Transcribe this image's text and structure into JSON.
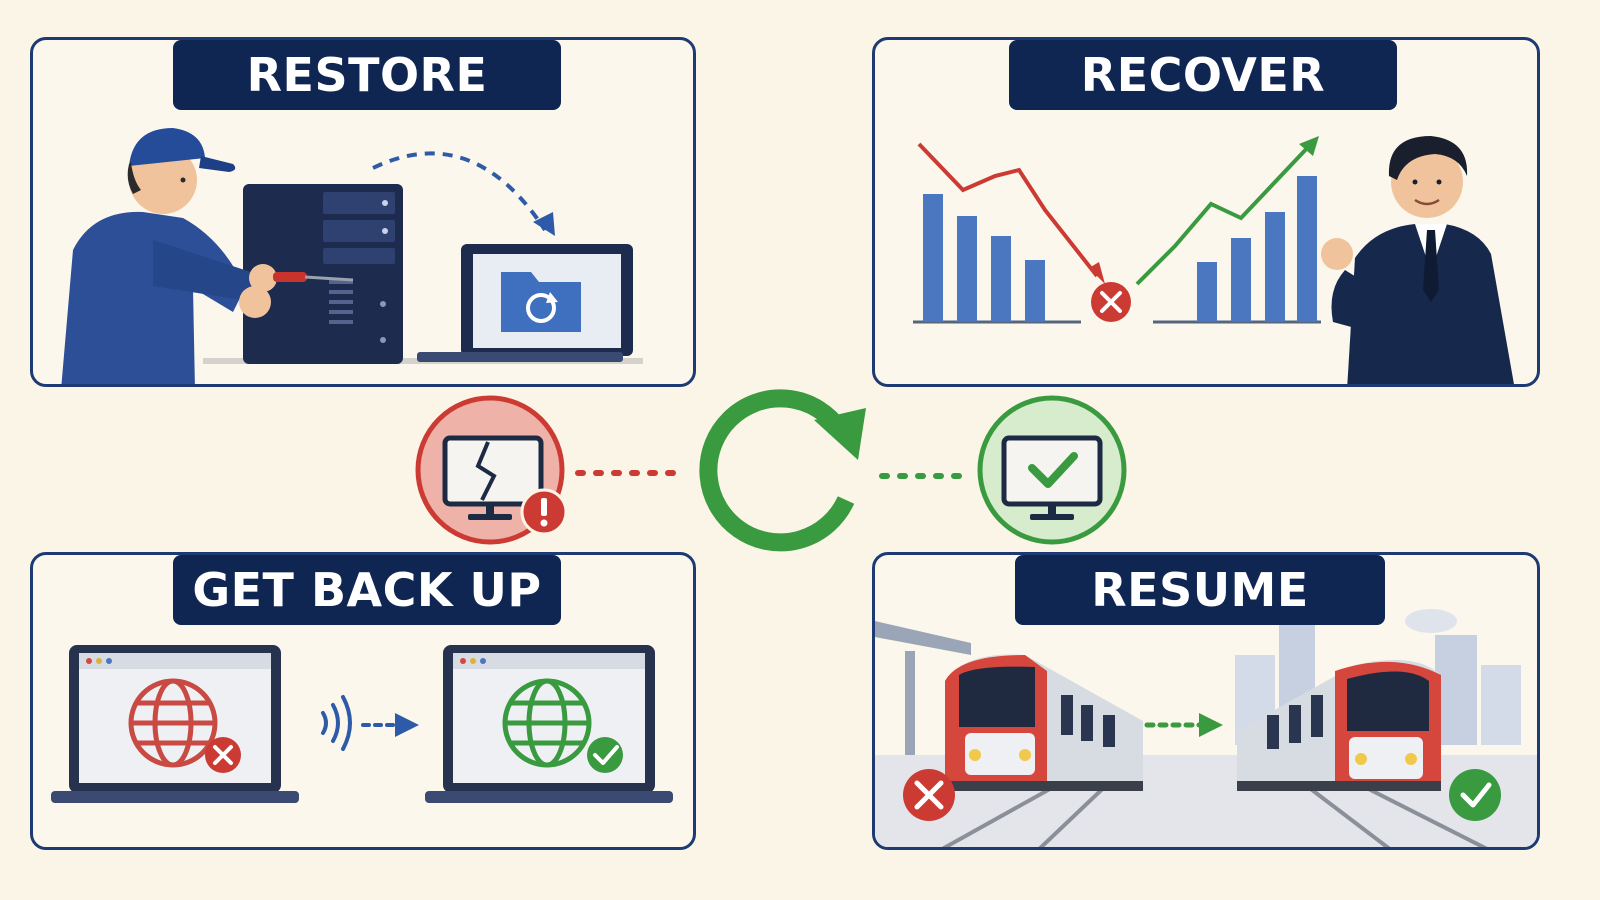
{
  "panels": {
    "restore": {
      "label": "RESTORE"
    },
    "recover": {
      "label": "RECOVER"
    },
    "get_back_up": {
      "label": "GET BACK UP"
    },
    "resume": {
      "label": "RESUME"
    }
  },
  "icons": {
    "broken_monitor": "broken-monitor-icon",
    "refresh_cycle": "refresh-cycle-icon",
    "ok_monitor": "ok-monitor-icon",
    "alert_badge": "exclamation-icon",
    "error_badge": "x-circle-icon",
    "success_badge": "check-circle-icon"
  },
  "colors": {
    "navy": "#0f2552",
    "border": "#1d3b72",
    "error_red": "#cc3b33",
    "success_green": "#3a9a3f",
    "chart_blue": "#4b77c0",
    "background": "#fbf5e8"
  }
}
